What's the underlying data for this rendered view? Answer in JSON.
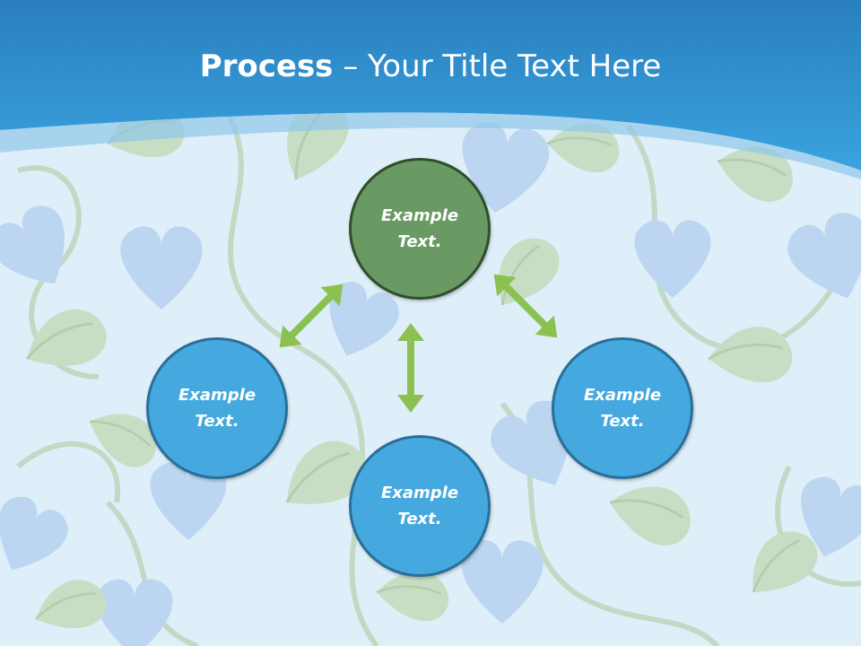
{
  "slide": {
    "title_strong": "Process",
    "title_rest": " – Your Title Text Here"
  },
  "nodes": [
    {
      "label": "Example\nText.",
      "color": "#6a9a63"
    },
    {
      "label": "Example\nText.",
      "color": "#45a9df"
    },
    {
      "label": "Example\nText.",
      "color": "#45a9df"
    },
    {
      "label": "Example\nText.",
      "color": "#45a9df"
    }
  ],
  "colors": {
    "header_blue": "#2e8fd0",
    "arrow_green": "#8cc152",
    "leaf_green": "#c6ddc0",
    "heart_blue": "#b9d6f2"
  },
  "icons": [
    "double-headed-arrow-icon"
  ]
}
